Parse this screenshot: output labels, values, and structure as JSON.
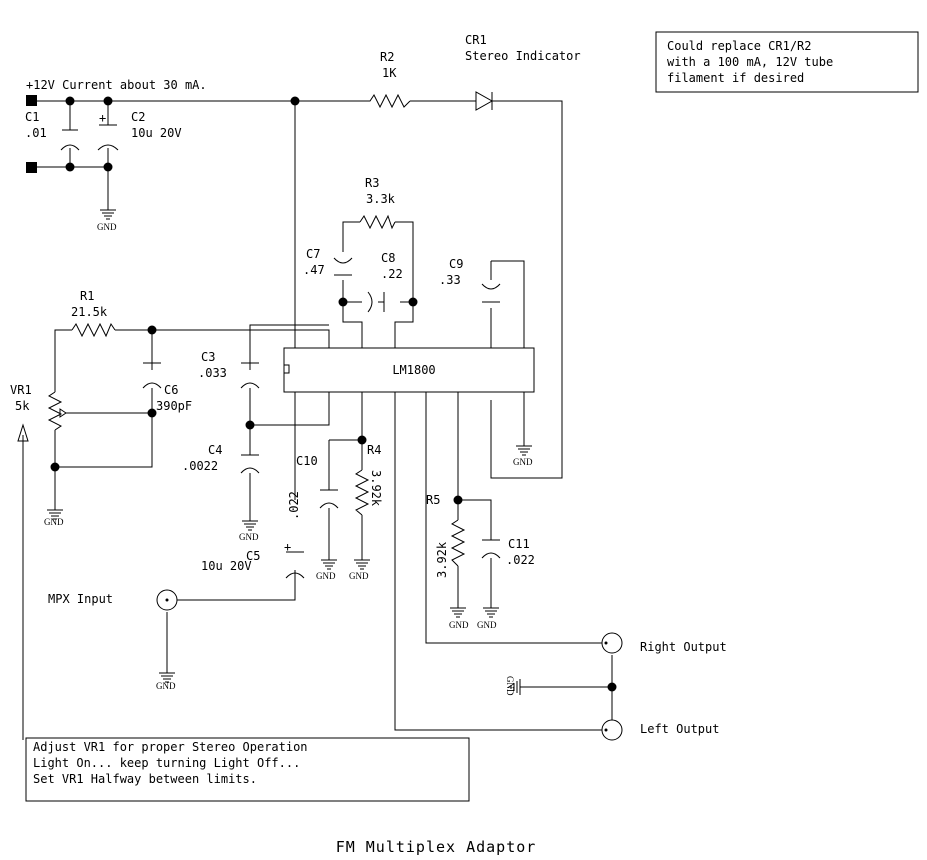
{
  "title": "FM Multiplex Adaptor",
  "supply_label": "+12V  Current about 30 mA.",
  "ic": {
    "name": "LM1800"
  },
  "components": {
    "C1": {
      "ref": "C1",
      "value": ".01"
    },
    "C2": {
      "ref": "C2",
      "value": "10u  20V"
    },
    "R2": {
      "ref": "R2",
      "value": "1K"
    },
    "CR1": {
      "ref": "CR1",
      "value": "Stereo Indicator"
    },
    "R3": {
      "ref": "R3",
      "value": "3.3k"
    },
    "C7": {
      "ref": "C7",
      "value": ".47"
    },
    "C8": {
      "ref": "C8",
      "value": ".22"
    },
    "C9": {
      "ref": "C9",
      "value": ".33"
    },
    "R1": {
      "ref": "R1",
      "value": "21.5k"
    },
    "VR1": {
      "ref": "VR1",
      "value": "5k"
    },
    "C3": {
      "ref": "C3",
      "value": ".033"
    },
    "C6": {
      "ref": "C6",
      "value": "390pF"
    },
    "C4": {
      "ref": "C4",
      "value": ".0022"
    },
    "C10": {
      "ref": "C10",
      "value": ".022"
    },
    "R4": {
      "ref": "R4",
      "value": "3.92k"
    },
    "C5": {
      "ref": "C5",
      "value": "10u  20V"
    },
    "R5": {
      "ref": "R5",
      "value": "3.92k"
    },
    "C11": {
      "ref": "C11",
      "value": ".022"
    }
  },
  "gnd_label": "GND",
  "ports": {
    "mpx_input": "MPX Input",
    "right_output": "Right Output",
    "left_output": "Left Output"
  },
  "notes": {
    "cr1_note": [
      "Could replace CR1/R2",
      "with a 100 mA, 12V tube",
      "filament if desired"
    ],
    "vr1_note": [
      "Adjust VR1 for proper Stereo Operation",
      "Light On... keep turning Light Off...",
      "Set VR1 Halfway between limits."
    ]
  }
}
